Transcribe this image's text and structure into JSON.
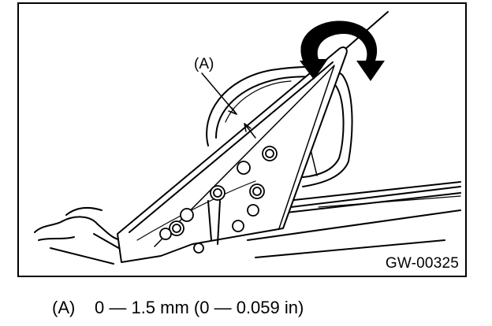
{
  "figure": {
    "callout": "(A)",
    "code": "GW-00325"
  },
  "caption": {
    "key": "(A)",
    "text": "0 — 1.5 mm (0 — 0.059 in)"
  }
}
